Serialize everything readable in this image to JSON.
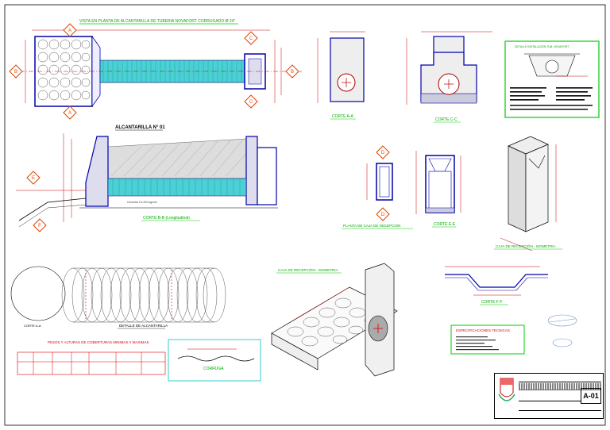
{
  "sheet": {
    "section_titles": {
      "plan": "VISTA EN PLANTA DE ALCANTARILLA DE TUBERIA NOVAFORT CORRUGADO Ø 24\"",
      "alcantarilla": "ALCANTARILLA N° 01",
      "corte_aa": "CORTE A-A",
      "corte_bb": "CORTE B-B",
      "corte_cc": "CORTE C-C",
      "corte_ee": "CORTE E-E",
      "corte_ff": "CORTE F-F",
      "corte_longitudinal": "CORTE B-B (Longitudinal)",
      "planta_caja": "PLANTA DE CAJA DE RECEPCIÓN",
      "caja_iso_1": "CAJA DE RECEPCIÓN - ISOMETRIA",
      "caja_iso_2": "CAJA DE RECEPCIÓN - ISOMETRIA",
      "detalle": "DETALLE DE ALCANTARILLA",
      "pesos": "PESOS Y ALTURAS DE COBERTURAS MINIMAS Y MAXIMAS",
      "especificaciones": "ESPECIFICACIONES TECNICAS",
      "corruga": "CORRUGA",
      "detalle_instalacion": "DETALLE INSTALACIÓN TUB. NOVAFORT",
      "concreto": "Concreto f'c=210 kg/cm²",
      "sheet_number": "A-01"
    },
    "markers": [
      "A",
      "B",
      "C",
      "D",
      "E",
      "F"
    ]
  }
}
